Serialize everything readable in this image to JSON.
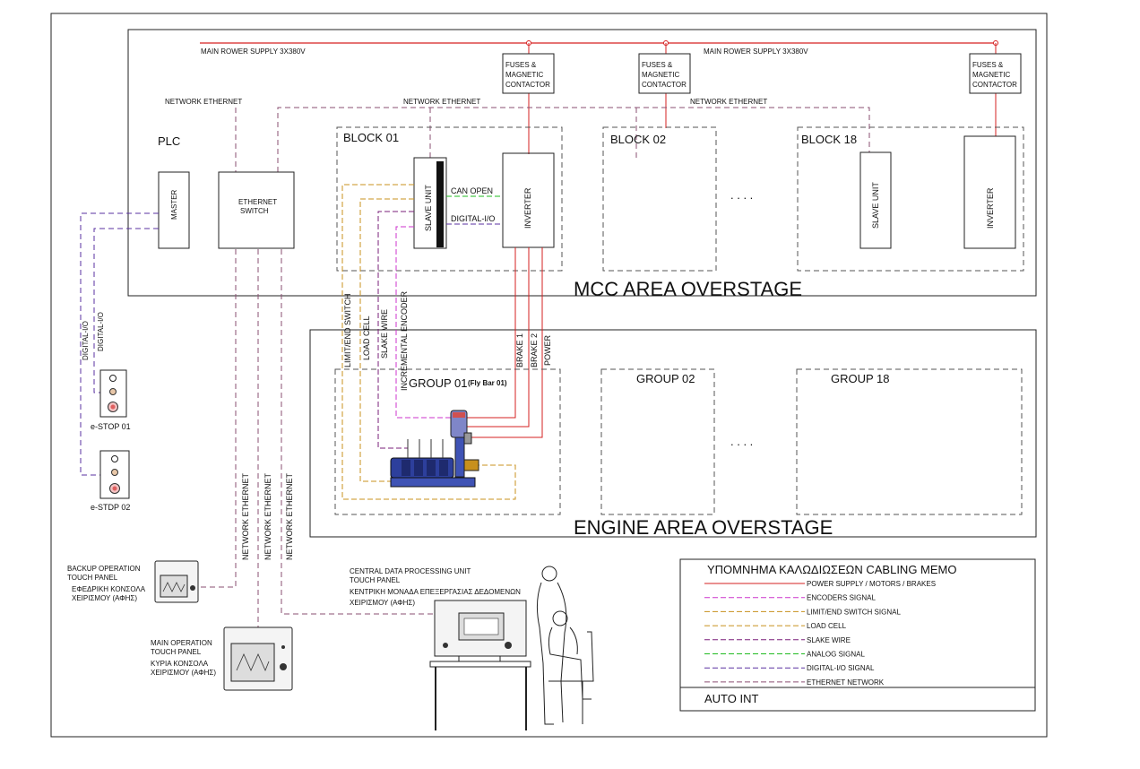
{
  "colors": {
    "power": "#d62020",
    "encoder": "#cc33cc",
    "limit": "#c8901c",
    "load_cell": "#c8901c",
    "slake": "#7a1f7a",
    "analog": "#22bb22",
    "digital": "#5a32a0",
    "ethernet": "#8a4f72",
    "line": "#222222"
  },
  "supply": {
    "main_power_left": "MAIN ROWER SUPPLY 3X380V",
    "main_power_right": "MAIN ROWER SUPPLY 3X380V"
  },
  "fuses": [
    {
      "line1": "FUSES &",
      "line2": "MAGNETIC",
      "line3": "CONTACTOR"
    },
    {
      "line1": "FUSES &",
      "line2": "MAGNETIC",
      "line3": "CONTACTOR"
    },
    {
      "line1": "FUSES &",
      "line2": "MAGNETIC",
      "line3": "CONTACTOR"
    }
  ],
  "network": {
    "left": "NETWORK ETHERNET",
    "mid": "NETWORK ETHERNET",
    "right": "NETWORK ETHERNET",
    "vertical": [
      "NETWORK ETHERNET",
      "NETWORK ETHERNET",
      "NETWORK ETHERNET"
    ]
  },
  "plc": {
    "title": "PLC",
    "master": "MASTER",
    "switch_line1": "ETHERNET",
    "switch_line2": "SWITCH"
  },
  "blocks": {
    "b01": "BLOCK 01",
    "b02": "BLOCK 02",
    "b18": "BLOCK 18",
    "slave": "SLAVE UNIT",
    "inverter": "INVERTER",
    "can_open": "CAN OPEN",
    "digital_io": "DIGITAL-I/O",
    "ellipsis": ". . . ."
  },
  "mcc_title": "MCC  AREA  OVERSTAGE",
  "engine_title": "ENGINE  AREA OVERSTAGE",
  "groups": {
    "g01": "GROUP 01",
    "g01_sub": "(Fly Bar 01)",
    "g02": "GROUP 02",
    "g18": "GROUP 18",
    "ellipsis": ". . . ."
  },
  "cables": {
    "limit": "LIMIT/END SWITCH",
    "load": "LOAD CELL",
    "slake": "SLAKE WIRE",
    "encoder": "INCREMENTAL ENCODER",
    "brake1": "BRAKE 1",
    "brake2": "BRAKE 2",
    "power": "POWER"
  },
  "estops": {
    "digital_a": "DIGITAL-I/O",
    "digital_b": "DIGITAL-I/O",
    "estop01": "e-STOP 01",
    "estop02": "e-STDP 02"
  },
  "panels": {
    "backup": [
      "BACKUP OPERATION",
      "TOUCH PANEL",
      "ΕΦΕΔΡΙΚΗ ΚΟΝΣΟΛΑ",
      "ΧΕΙΡΙΣΜΟΥ (ΑΦΗΣ)"
    ],
    "main": [
      "MAIN OPERATION",
      "TOUCH PANEL",
      "ΚΥΡΙΑ ΚΟΝΣΟΛΑ",
      "ΧΕΙΡΙΣΜΟΥ (ΑΦΗΣ)"
    ],
    "central": [
      "CENTRAL DATA PROCESSING UNIT",
      "TOUCH PANEL",
      "ΚΕΝΤΡΙΚΗ ΜΟΝΑΔΑ ΕΠΕΞΕΡΓΑΣΙΑΣ ΔΕΔΟΜΕΝΩΝ",
      "ΧΕΙΡΙΣΜΟΥ (ΑΦΗΣ)"
    ]
  },
  "legend": {
    "title": "ΥΠΟΜΝΗΜΑ ΚΑΛΩΔΙΩΣΕΩΝ     CABLING MEMO",
    "items": [
      {
        "label": "POWER SUPPLY / MOTORS / BRAKES",
        "color": "#d62020",
        "dash": "none"
      },
      {
        "label": "ENCODERS SIGNAL",
        "color": "#cc33cc",
        "dash": "6 3"
      },
      {
        "label": "LIMIT/END SWITCH   SIGNAL",
        "color": "#c8901c",
        "dash": "6 3"
      },
      {
        "label": "LOAD CELL",
        "color": "#c8901c",
        "dash": "6 3"
      },
      {
        "label": "SLAKE WIRE",
        "color": "#7a1f7a",
        "dash": "6 3"
      },
      {
        "label": "ANALOG SIGNAL",
        "color": "#22bb22",
        "dash": "6 3"
      },
      {
        "label": "DIGITAL-I/O SIGNAL",
        "color": "#5a32a0",
        "dash": "6 3"
      },
      {
        "label": "ETHERNET NETWORK",
        "color": "#8a4f72",
        "dash": "6 3"
      }
    ],
    "footer": "AUTO INT"
  }
}
